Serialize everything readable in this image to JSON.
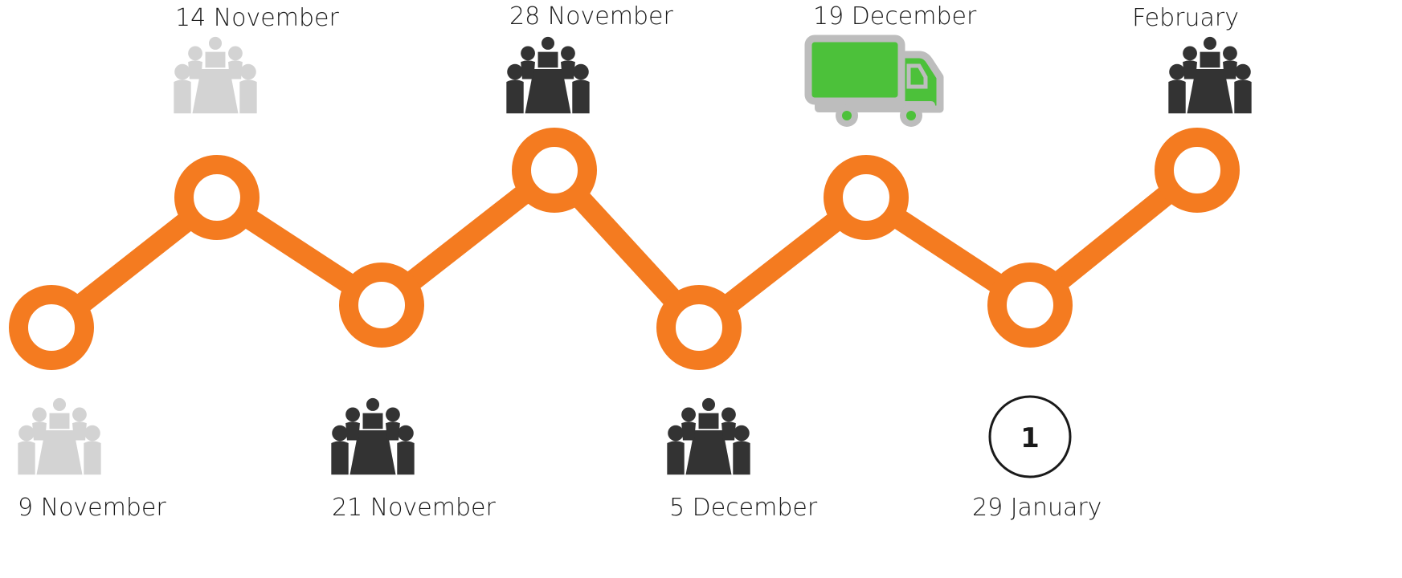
{
  "milestones": [
    {
      "label": "9 November",
      "icon": "meeting-icon",
      "status": "past",
      "label_side": "below"
    },
    {
      "label": "14 November",
      "icon": "meeting-icon",
      "status": "past",
      "label_side": "above"
    },
    {
      "label": "21 November",
      "icon": "meeting-icon",
      "status": "upcoming",
      "label_side": "below"
    },
    {
      "label": "28 November",
      "icon": "meeting-icon",
      "status": "upcoming",
      "label_side": "above"
    },
    {
      "label": "5 December",
      "icon": "meeting-icon",
      "status": "upcoming",
      "label_side": "below"
    },
    {
      "label": "19 December",
      "icon": "delivery-truck-icon",
      "status": "delivery",
      "label_side": "above"
    },
    {
      "label": "29 January",
      "icon": "numbered-badge-icon",
      "badge": "1",
      "status": "upcoming",
      "label_side": "below"
    },
    {
      "label": "February",
      "icon": "meeting-icon",
      "status": "upcoming",
      "label_side": "above"
    }
  ],
  "colors": {
    "line": "#F47B20",
    "past_icon": "#D3D3D3",
    "upcoming_icon": "#333333",
    "truck_body": "#4CC13A",
    "truck_frame": "#BDBDBD",
    "badge_stroke": "#1A1A1A"
  }
}
